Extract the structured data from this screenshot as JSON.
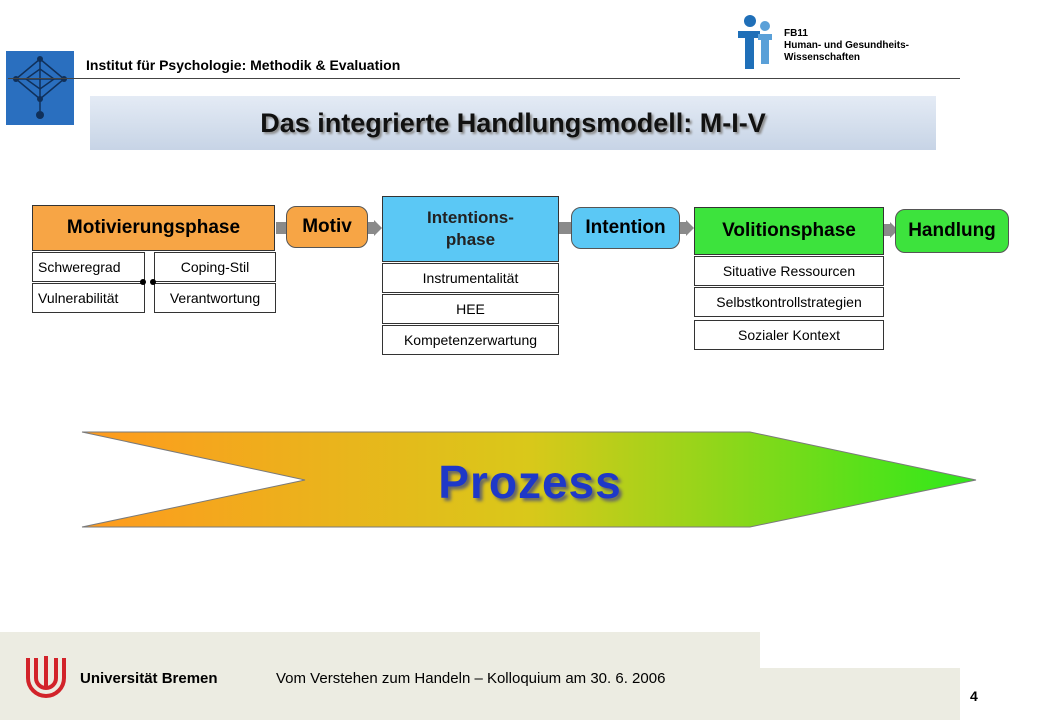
{
  "header": {
    "institute": "Institut für Psychologie: Methodik & Evaluation",
    "faculty_lines": [
      "FB11",
      "Human- und Gesundheits-",
      "Wissenschaften"
    ]
  },
  "title": "Das integrierte Handlungsmodell: M-I-V",
  "diagram": {
    "motivation_phase": {
      "label": "Motivierungsphase",
      "cells": [
        "Schweregrad",
        "Coping-Stil",
        "Vulnerabilität",
        "Verantwortung"
      ]
    },
    "motiv": "Motiv",
    "intention_phase": {
      "label_lines": [
        "Intentions-",
        "phase"
      ],
      "cells": [
        "Instrumentalität",
        "HEE",
        "Kompetenzerwartung"
      ]
    },
    "intention": "Intention",
    "volition_phase": {
      "label": "Volitionsphase",
      "cells": [
        "Situative Ressourcen",
        "Selbstkontrollstrategien",
        "Sozialer Kontext"
      ]
    },
    "handlung": "Handlung"
  },
  "process_arrow": {
    "label": "Prozess",
    "gradient": [
      "#ff9a1e",
      "#d9c81a",
      "#2ee91a"
    ]
  },
  "footer": {
    "university": "Universität Bremen",
    "event": "Vom Verstehen zum Handeln – Kolloquium am 30. 6. 2006",
    "page": "4"
  },
  "colors": {
    "motivation": "#f7a545",
    "intention": "#5bc8f5",
    "volition": "#3de33d",
    "title_text": "#111111",
    "prozess_text": "#1e38c8"
  }
}
